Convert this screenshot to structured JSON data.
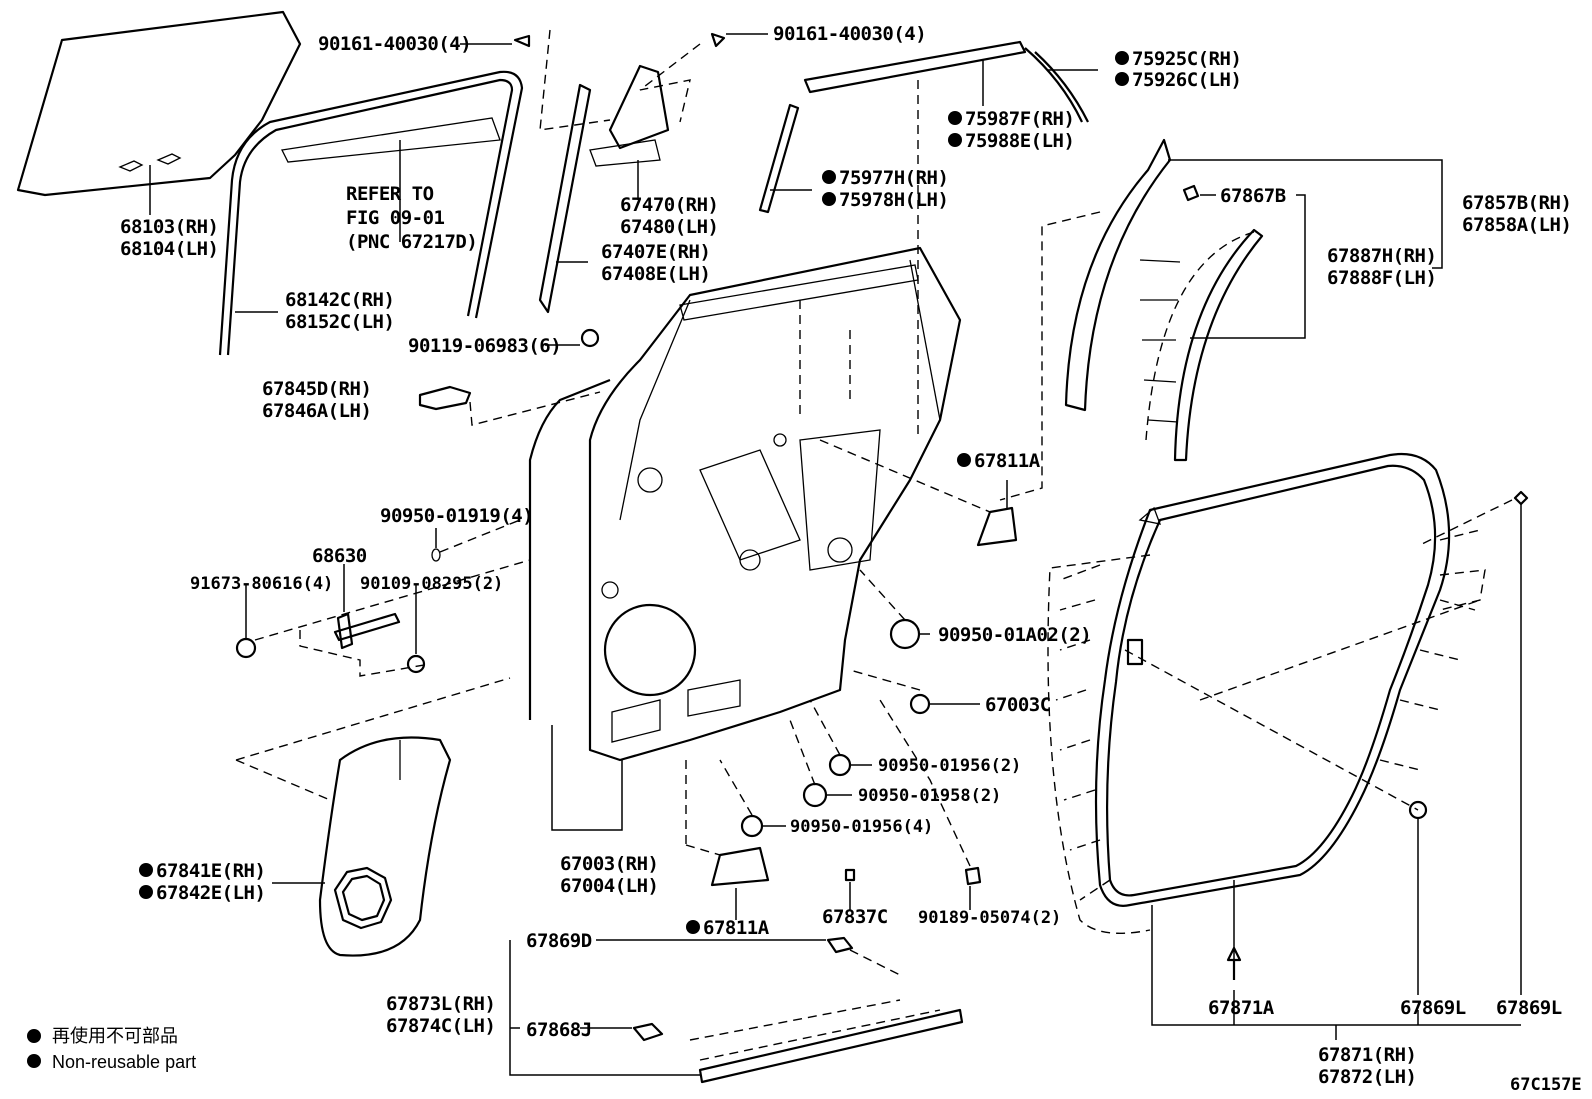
{
  "labels": {
    "p90161_a": "90161-40030(4)",
    "p90161_b": "90161-40030(4)",
    "p75925": "75925C(RH)",
    "p75926": "75926C(LH)",
    "p75987": "75987F(RH)",
    "p75988": "75988E(LH)",
    "p75977": "75977H(RH)",
    "p75978": "75978H(LH)",
    "p67867": "67867B",
    "p67857": "67857B(RH)",
    "p67858": "67858A(LH)",
    "p67887": "67887H(RH)",
    "p67888": "67888F(LH)",
    "refer1": "REFER TO",
    "refer2": "FIG 09-01",
    "refer3": "(PNC 67217D)",
    "p68103": "68103(RH)",
    "p68104": "68104(LH)",
    "p67470": "67470(RH)",
    "p67480": "67480(LH)",
    "p67407": "67407E(RH)",
    "p67408": "67408E(LH)",
    "p68142": "68142C(RH)",
    "p68152": "68152C(LH)",
    "p90119": "90119-06983(6)",
    "p67845": "67845D(RH)",
    "p67846": "67846A(LH)",
    "p67811_top": "67811A",
    "p90950_01919": "90950-01919(4)",
    "p68630": "68630",
    "p91673": "91673-80616(4)",
    "p90109": "90109-08295(2)",
    "p90950_01a02": "90950-01A02(2)",
    "p67003c": "67003C",
    "p90950_01956_2": "90950-01956(2)",
    "p90950_01958": "90950-01958(2)",
    "p90950_01956_4": "90950-01956(4)",
    "p67003": "67003(RH)",
    "p67004": "67004(LH)",
    "p67811_bot": "67811A",
    "p67837": "67837C",
    "p90189": "90189-05074(2)",
    "p67841": "67841E(RH)",
    "p67842": "67842E(LH)",
    "p67869d": "67869D",
    "p67873": "67873L(RH)",
    "p67874": "67874C(LH)",
    "p67868": "67868J",
    "p67871a": "67871A",
    "p67869l_a": "67869L",
    "p67869l_b": "67869L",
    "p67871": "67871(RH)",
    "p67872": "67872(LH)",
    "legend_jp": "再使用不可部品",
    "legend_en": "Non-reusable part",
    "fig_code": "67C157E"
  }
}
